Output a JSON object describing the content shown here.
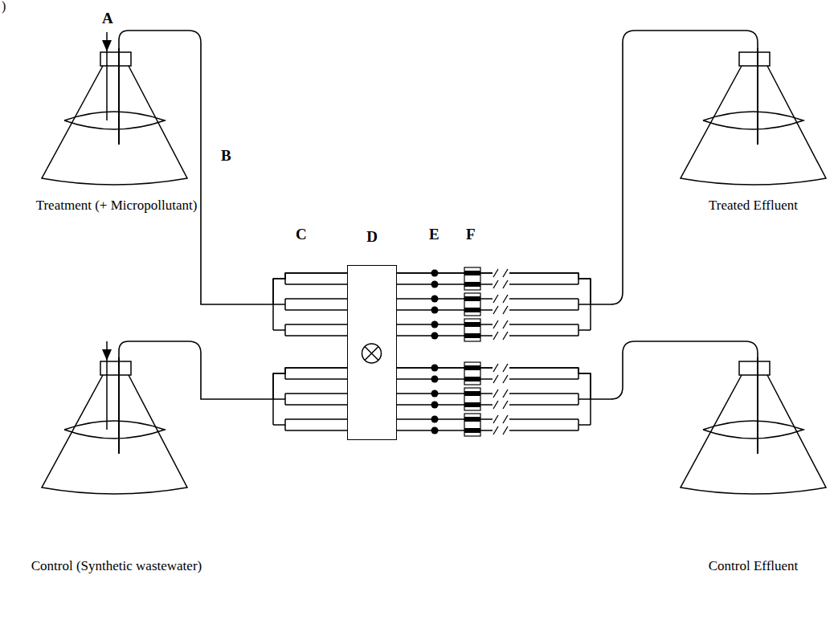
{
  "diagram": {
    "nodes": [
      {
        "text": [
          "Treatment (+ Micropollutant)"
        ]
      },
      {
        "text": [
          "Control (Synthetic wastewater)"
        ]
      },
      {
        "text": [
          "D"
        ]
      },
      {
        "text": [
          "Treated Effluent"
        ]
      },
      {
        "text": [
          "Control Effluent"
        ]
      }
    ],
    "edges": [
      {
        "from": 0,
        "to": 2,
        "arrow": "none"
      },
      {
        "from": 1,
        "to": 2,
        "arrow": "none"
      },
      {
        "from": 2,
        "to": 3,
        "arrow": "none"
      },
      {
        "from": 2,
        "to": 4,
        "arrow": "none"
      }
    ],
    "labels": [
      ")",
      "A",
      "B",
      "C",
      "E",
      "F"
    ]
  }
}
